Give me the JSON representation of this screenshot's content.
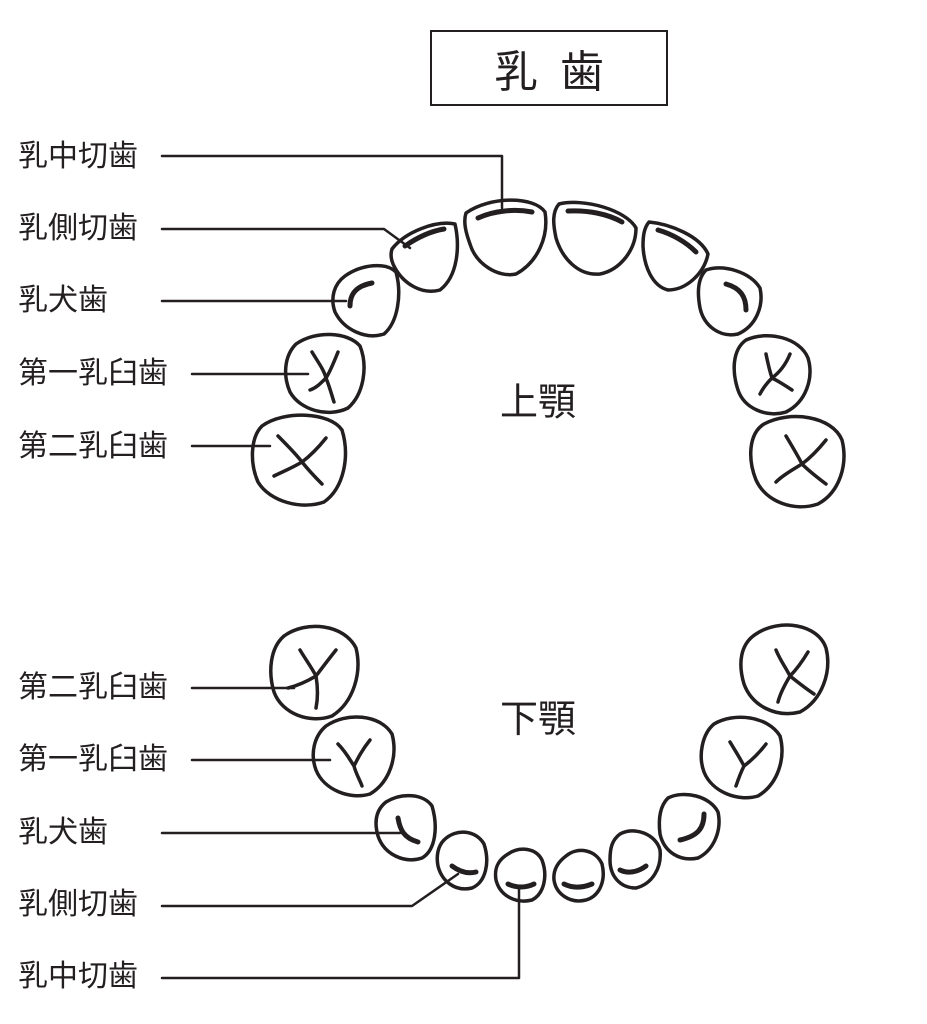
{
  "title": "乳歯",
  "upper": {
    "name": "上顎",
    "labels": [
      "乳中切歯",
      "乳側切歯",
      "乳犬歯",
      "第一乳臼歯",
      "第二乳臼歯"
    ]
  },
  "lower": {
    "name": "下顎",
    "labels": [
      "第二乳臼歯",
      "第一乳臼歯",
      "乳犬歯",
      "乳側切歯",
      "乳中切歯"
    ]
  },
  "colors": {
    "ink": "#231f20",
    "background": "#ffffff"
  }
}
